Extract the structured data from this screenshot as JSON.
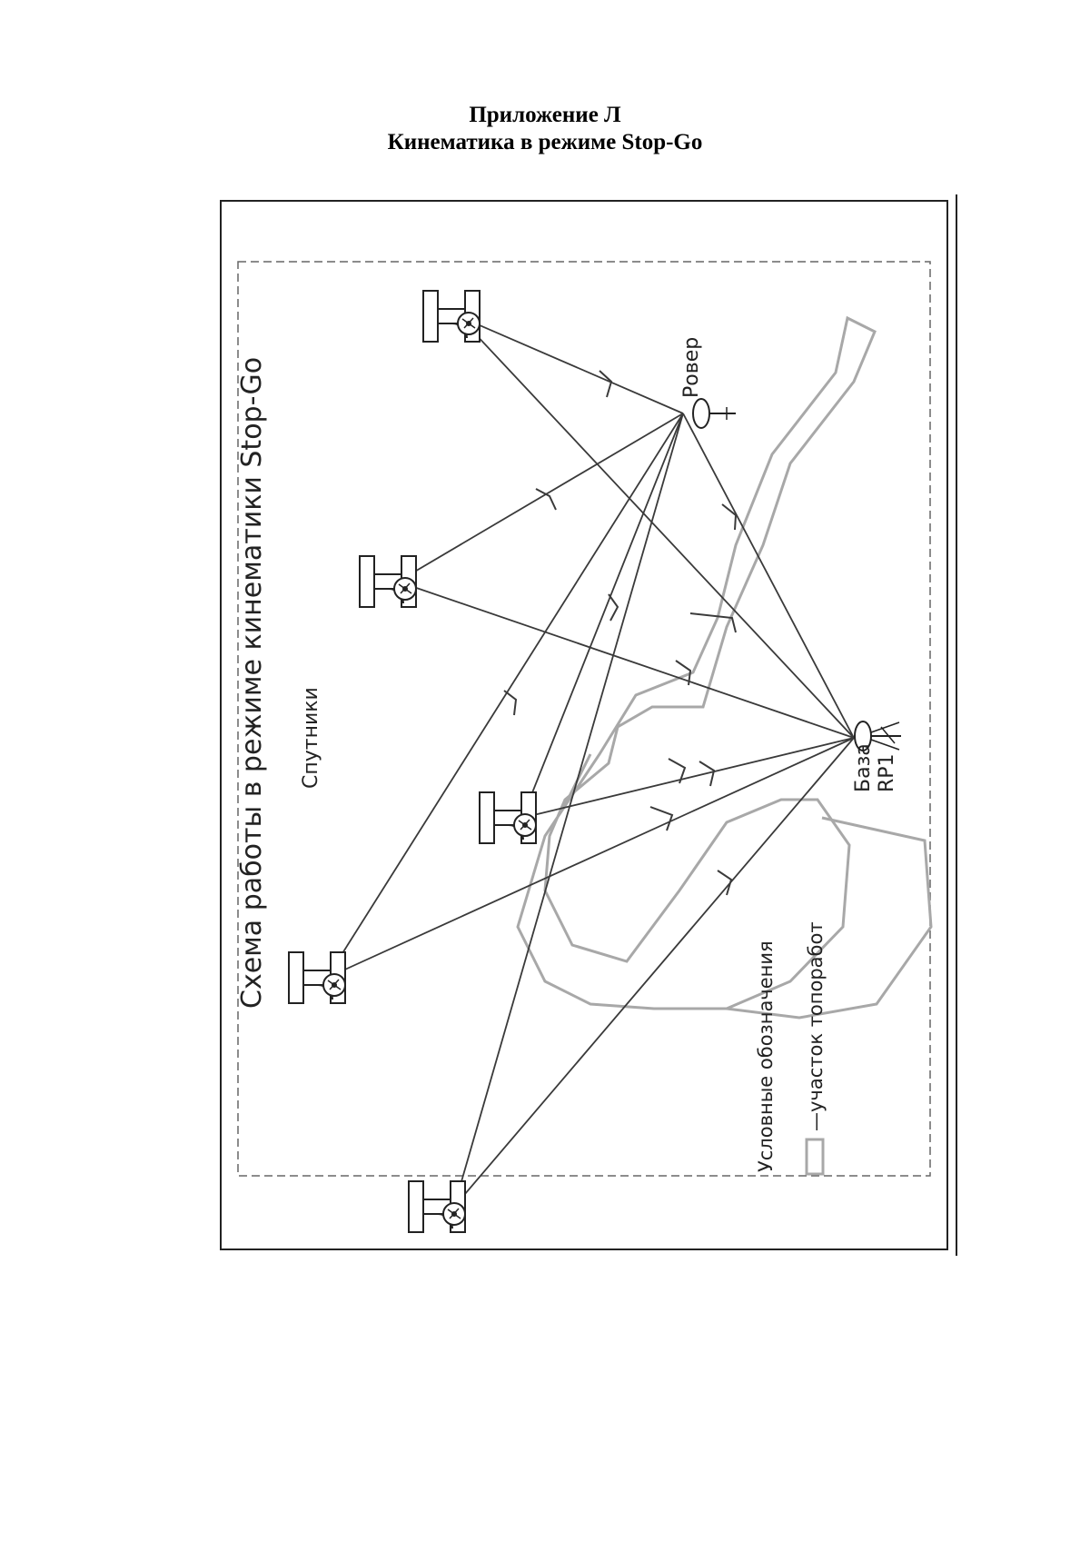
{
  "header": {
    "appendix": "Приложение Л",
    "title": "Кинематика в режиме Stop-Go"
  },
  "diagram": {
    "heading": "Схема работы в режиме кинематики Stop-Go",
    "satellites_label": "Спутники",
    "rover_label": "Ровер",
    "base_label_line1": "База",
    "base_label_line2": "RP1",
    "legend_title": "Условные обозначения",
    "legend_item": "—участок топоработ"
  },
  "colors": {
    "line": "#3a3a3a",
    "area": "#a8a8a8",
    "frame": "#222222"
  }
}
